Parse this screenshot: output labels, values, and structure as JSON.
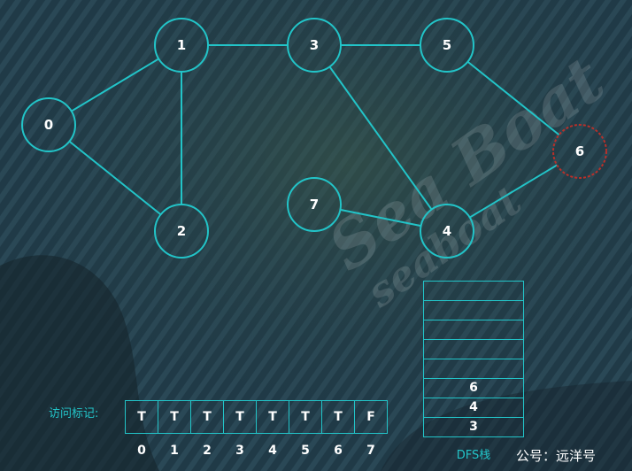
{
  "graph": {
    "nodes": [
      {
        "id": "0",
        "label": "0"
      },
      {
        "id": "1",
        "label": "1"
      },
      {
        "id": "2",
        "label": "2"
      },
      {
        "id": "3",
        "label": "3"
      },
      {
        "id": "4",
        "label": "4"
      },
      {
        "id": "5",
        "label": "5"
      },
      {
        "id": "6",
        "label": "6",
        "current": true
      },
      {
        "id": "7",
        "label": "7"
      }
    ],
    "edges": [
      [
        "0",
        "1"
      ],
      [
        "0",
        "2"
      ],
      [
        "1",
        "2"
      ],
      [
        "1",
        "3"
      ],
      [
        "3",
        "5"
      ],
      [
        "3",
        "4"
      ],
      [
        "5",
        "6"
      ],
      [
        "4",
        "6"
      ],
      [
        "7",
        "4"
      ]
    ],
    "colors": {
      "edge": "#22c4c8",
      "node": "#22c4c8",
      "current": "#b8302a"
    }
  },
  "watermark": {
    "line1": "Sea Boat",
    "line2": "seaboat"
  },
  "visited": {
    "label": "访问标记:",
    "values": [
      "T",
      "T",
      "T",
      "T",
      "T",
      "T",
      "T",
      "F"
    ],
    "indices": [
      "0",
      "1",
      "2",
      "3",
      "4",
      "5",
      "6",
      "7"
    ]
  },
  "stack": {
    "label": "DFS栈",
    "cells": [
      "",
      "",
      "",
      "",
      "",
      "6",
      "4",
      "3"
    ]
  },
  "account": "公号：远洋号"
}
